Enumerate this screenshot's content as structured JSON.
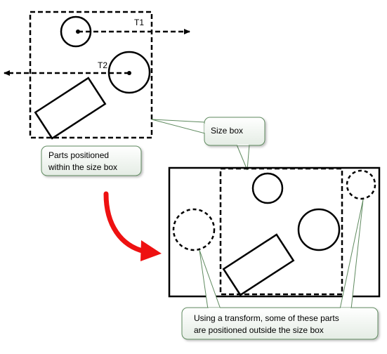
{
  "labels": {
    "t1": "T1",
    "t2": "T2"
  },
  "callouts": {
    "parts_positioned": [
      "Parts positioned",
      "within the size box"
    ],
    "size_box": "Size box",
    "transform_note": [
      "Using a transform, some of these parts",
      "are positioned outside the size box"
    ]
  },
  "colors": {
    "arrow_red": "#ee1111",
    "callout_border": "#5f8a5f",
    "callout_fill_top": "#ffffff",
    "callout_fill_bottom": "#e6ede6",
    "stroke": "#000000"
  }
}
